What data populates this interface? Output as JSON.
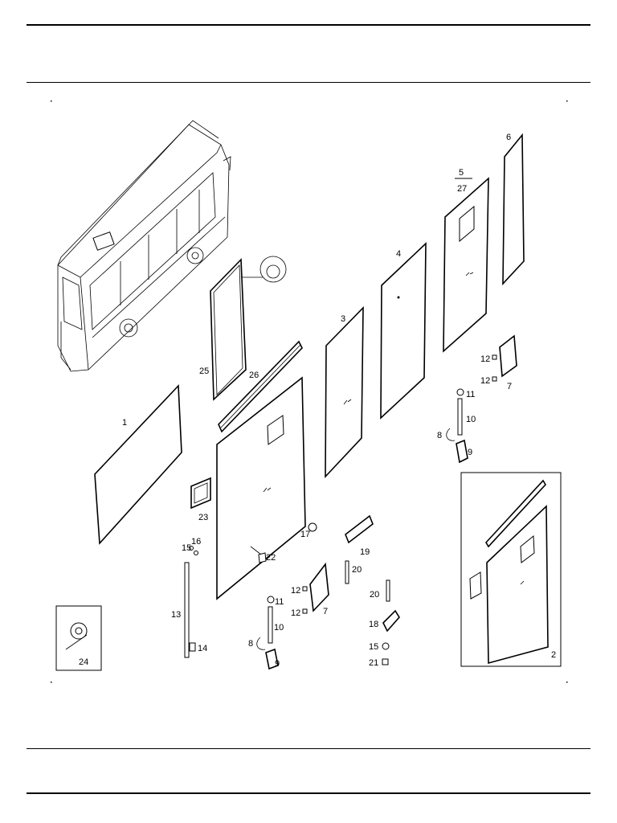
{
  "page": {
    "header_rule_color": "#000000",
    "background": "#ffffff"
  },
  "diagram": {
    "subject": "bus glass and window parts exploded view",
    "callouts": {
      "c1": "1",
      "c2": "2",
      "c3": "3",
      "c4": "4",
      "c5": "5",
      "c27": "27",
      "c6": "6",
      "c7a": "7",
      "c7b": "7",
      "c8a": "8",
      "c8b": "8",
      "c9a": "9",
      "c9b": "9",
      "c10a": "10",
      "c10b": "10",
      "c11a": "11",
      "c11b": "11",
      "c12a": "12",
      "c12b": "12",
      "c12c": "12",
      "c12d": "12",
      "c13": "13",
      "c14": "14",
      "c15a": "15",
      "c15b": "15",
      "c16": "16",
      "c17": "17",
      "c18": "18",
      "c19": "19",
      "c20a": "20",
      "c20b": "20",
      "c21": "21",
      "c22": "22",
      "c23": "23",
      "c24": "24",
      "c25": "25",
      "c26": "26"
    }
  }
}
